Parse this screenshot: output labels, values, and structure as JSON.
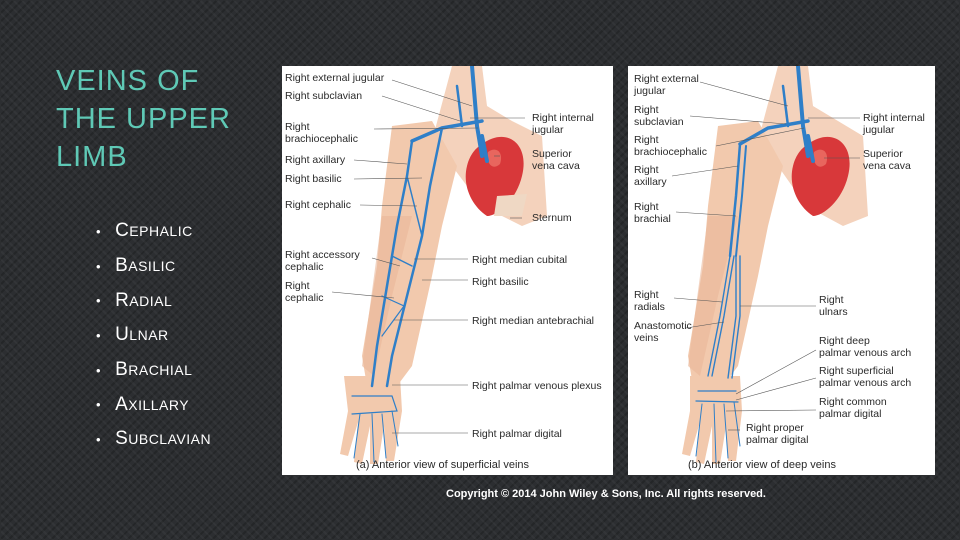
{
  "slide": {
    "title": "VEINS OF THE UPPER LIMB",
    "bullets": [
      {
        "cap": "C",
        "rest": "EPHALIC"
      },
      {
        "cap": "B",
        "rest": "ASILIC"
      },
      {
        "cap": "R",
        "rest": "ADIAL"
      },
      {
        "cap": "U",
        "rest": "LNAR"
      },
      {
        "cap": "B",
        "rest": "RACHIAL"
      },
      {
        "cap": "A",
        "rest": "XILLARY"
      },
      {
        "cap": "S",
        "rest": "UBCLAVIAN"
      }
    ],
    "copyright": "Copyright © 2014 John Wiley & Sons, Inc. All rights reserved."
  },
  "figure_a": {
    "caption": "(a) Anterior view of superficial veins",
    "left_labels": [
      "Right external jugular",
      "Right subclavian",
      "Right\nbrachiocephalic",
      "Right axillary",
      "Right basilic",
      "Right cephalic",
      "Right accessory\ncephalic",
      "Right\ncephalic"
    ],
    "right_labels": [
      "Right internal\njugular",
      "Superior\nvena cava",
      "Sternum",
      "Right median cubital",
      "Right basilic",
      "Right median antebrachial",
      "Right palmar venous plexus",
      "Right palmar digital"
    ]
  },
  "figure_b": {
    "caption": "(b) Anterior view of deep veins",
    "left_labels": [
      "Right external\njugular",
      "Right\nsubclavian",
      "Right\nbrachiocephalic",
      "Right\naxillary",
      "Right\nbrachial",
      "Right\nradials",
      "Anastomotic\nveins"
    ],
    "right_labels": [
      "Right internal\njugular",
      "Superior\nvena cava",
      "Right\nulnars",
      "Right deep\npalmar venous arch",
      "Right superficial\npalmar venous arch",
      "Right common\npalmar digital",
      "Right proper\npalmar digital"
    ]
  },
  "colors": {
    "title": "#5fc9b6",
    "vein": "#2f7fc8",
    "skin": "#f2c9ad",
    "heart": "#d8383a"
  }
}
